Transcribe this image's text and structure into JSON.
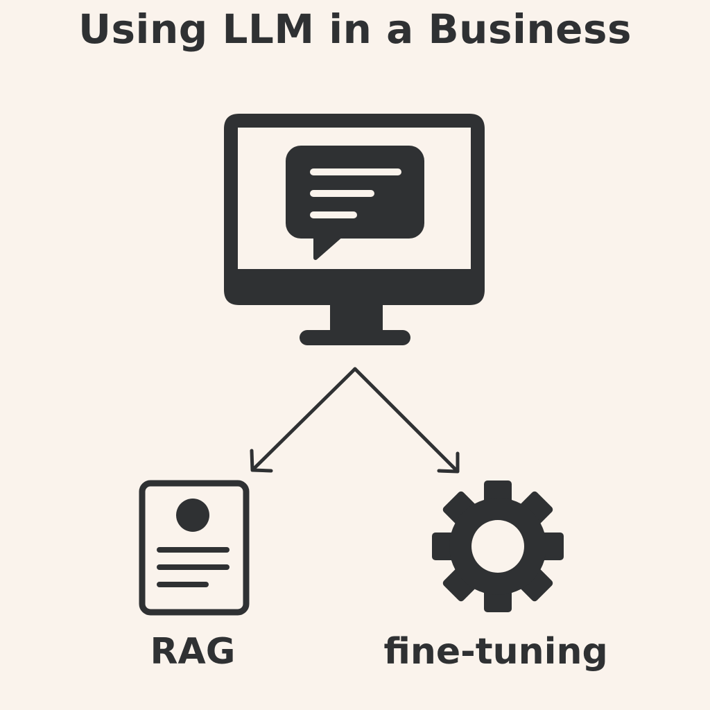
{
  "title": "Using LLM in a Business",
  "nodes": {
    "top": {
      "icon": "computer-monitor-chat-icon"
    },
    "left": {
      "label": "RAG",
      "icon": "document-profile-icon"
    },
    "right": {
      "label": "fine-tuning",
      "icon": "gear-icon"
    }
  },
  "colors": {
    "background": "#FAF3EC",
    "ink": "#2F3133"
  }
}
